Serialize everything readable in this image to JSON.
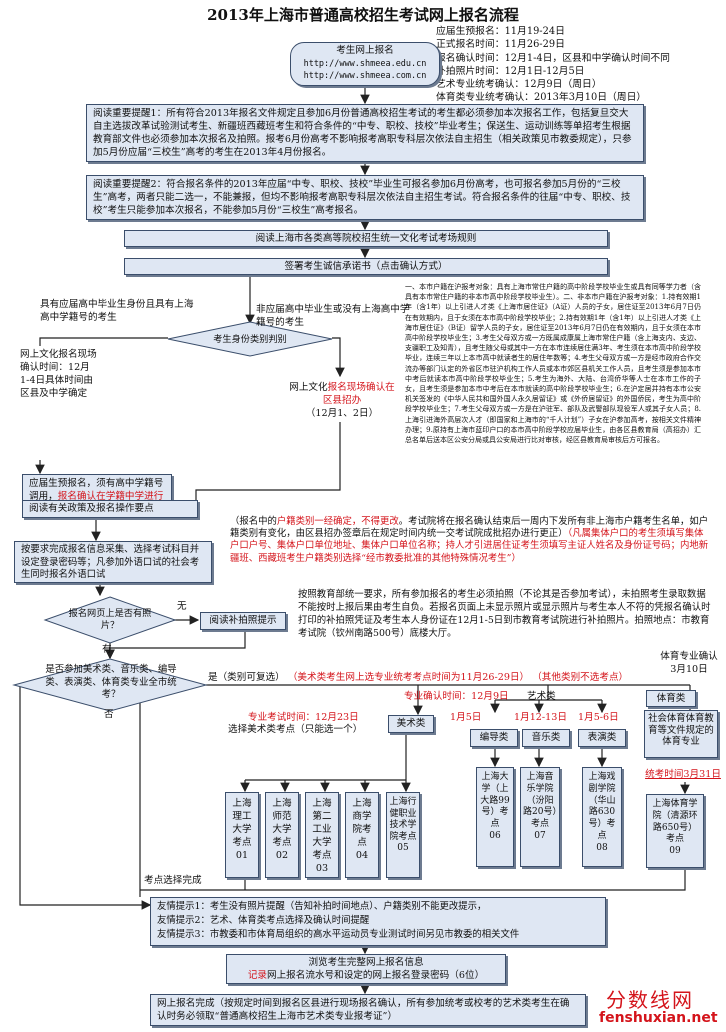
{
  "title": "2013年上海市普通高校招生考试网上报名流程",
  "dates": [
    "应届生预报名：11月19-24日",
    "正式报名时间：11月26-29日",
    "报名确认时间：12月1-4日，区县和中学确认时间不同",
    "补拍照片时间：12月1日-12月5日",
    "艺术专业统考确认：12月9日（周日）",
    "体育类专业统考确认：2013年3月10日（周日）"
  ],
  "start": {
    "line1": "考生网上报名",
    "url1": "http://www.shmeea.edu.cn",
    "url2": "http://www.shmeea.com.cn"
  },
  "notice1": "阅读重要提醒1：所有符合2013年报名文件规定且参加6月份普通高校招生考试的考生都必须参加本次报名工作，包括复旦交大自主选拔改革试验测试考生、新疆班西藏班考生和符合条件的“中专、职校、技校”毕业考生；保送生、运动训练等单招考生根据教育部文件也必须参加本次报名及拍照。报考6月份高考不影响报考高职专科层次依法自主招生（相关政策见市教委规定），只参加5月份应届“三校生”高考的考生在2013年4月份报名。",
  "notice2": "阅读重要提醒2：符合报名条件的2013年应届“中专、职校、技校”毕业生可报名参加6月份高考，也可报名参加5月份的“三校生”高考，两者只能二选一，不能兼报，但均不影响报考高职专科层次依法自主招生考试。符合报名条件的往届“中专、职校、技校”考生只能参加本次报名，不能参加5月份“三校生”高考报名。",
  "read_rules": "阅读上海市各类高等院校招生统一文化考试考场规则",
  "sign": "签署考生诚信承诺书（点击确认方式）",
  "left_cond": "具有应届高中毕业生身份且具有上海高中学籍号的考生",
  "right_cond": "非应届高中毕业生或没有上海高中学籍号的考生",
  "identity_diamond": "考生身份类别判别",
  "left_confirm": "网上文化报名现场确认时间：12月1-4日具体时间由区县及中学确定",
  "right_confirm_a": "网上文化",
  "right_confirm_b": "报名现场确认在区县招办",
  "right_confirm_c": "（12月1、2日）",
  "household_notes": "一、本市户籍在沪报考对象：具有上海市常住户籍的高中阶段学校毕业生或具有同等学力者（含具有本市常住户籍的非本市高中阶段学校毕业生）。二、非本市户籍在沪报考对象：1.持有效期1年（含1年）以上引进人才类《上海市居住证》（A证）人员的子女，居住证至2013年6月7日仍在有效期内，且于女须在本市高中阶段学校毕业；2.持有效期1年（含1年）以上引进人才类《上海市居住证》（B证）留学人员的子女，居住证至2013年6月7日仍在有效期内，且于女须在本市高中阶段学校毕业生；3.考生父母双方或一方既属成康属上海市常住户籍（含上海支内、支边、支疆职工及知青），且考生随父母或其中一方在本市连续居住满3年、考生须在本市高中阶段学校毕业，连续三年以上本市高中就读者生的居住年数等；4.考生父母双方或一方是经市政府合作交流办等部门认定的外省区市驻沪机构工作人员或本市郊区县机关工作人员，且考生须是参加本市中考后就读本市高中阶段学校毕业生；5.考生为海外、大陆、台湾侨华等人士在本市工作的子女，且考生须是参加本市中考后在本市就读的高中阶段学校毕业生；6.在沪定居并持有本市公安机关签发的《中华人民共和国外国人永久居留证》或《外侨居留证》的外国侨民，考生为高中阶段学校毕业生；7.考生父母双方或一方是在沪驻军、部队及武警部队现役军人或其子女人员；8.上海引进海外高层次人才（即国家和上海市的“千人计划”）子女在沪参加高考，按相关文件精神办理；9.原持有上海市蓝印户口的本市高中阶段学校应届毕业生，由各区县教育局（高招办）汇总名单后送本区公安分局或具公安局进行比对审核，经区县教育局审核后方可报名。",
  "pre_register_a": "应届生预报名，须有高中学籍号调用，",
  "pre_register_b": "报名确认在学籍中学进行",
  "read_policy": "阅读有关政策及报名操作要点",
  "hukou_note_a": "（报名中的",
  "hukou_note_b": "户籍类别一经确定，不得更改",
  "hukou_note_c": "。考试院将在报名确认结束后一周内下发所有非上海市户籍考生名单，如户籍类别有变化，由区县招办签章后在规定时间内统一交考试院成批招办进行更正）",
  "hukou_note_d": "（凡属集体户口的考生须填写集体户口户号、集体户口单位地址、集体户口单位名称；持人才引进居住证考生须填写主证人姓名及身份证号码；内地新疆班、西藏班考生户籍类别选择“经市教委批准的其他特殊情况考生”）",
  "fill_info": "按要求完成报名信息采集、选择考试科目并设定登录密码等；凡参加外语口试的社会考生同时报名外语口试",
  "photo_note": "按照教育部统一要求，所有参加报名的考生必须拍照（不论其是否参加考试），未拍照考生录取数据不能按时上报后果由考生自负。若报名页面上未显示照片或显示照片与考生本人不符的凭报名确认时打印的补拍照凭证及考生本人身份证在12月1-5日到市教育考试院进行补拍照片。拍照地点：市教育考试院（钦州南路500号）底楼大厅。",
  "photo_diamond": "报名网页上是否有照片？",
  "no_label": "无",
  "yes_label": "有",
  "read_photo": "阅读补拍照提示",
  "art_diamond": "是否参加美术类、音乐类、编导类、表演类、体育类专业全市统考？",
  "yes_multi_a": "是（类别可复选）",
  "yes_multi_b": "（美术类考生网上选专业统考考点时间为11月26-29日）",
  "yes_multi_c": "（其他类别不选考点）",
  "no_label2": "否",
  "pe_confirm_a": "体育专业确认",
  "pe_confirm_b": "3月10日",
  "pro_confirm_a": "专业确认时间：",
  "pro_confirm_b": "12月9日",
  "art_class": "艺术类",
  "pe_class": "体育类",
  "fine_art_time_a": "专业考试时间：",
  "fine_art_time_b": "12月23日",
  "fine_art_pick": "选择美术类考点（只能选一个）",
  "fine_art": "美术类",
  "date_jan5": "1月5日",
  "date_jan1213": "1月12-13日",
  "date_jan56": "1月5-6日",
  "biandao": "编导类",
  "music": "音乐类",
  "perform": "表演类",
  "pe_org": "社会体育体育教育等文件规定的体育专业",
  "pe_exam_a": "统考时间3月31日",
  "sites": [
    {
      "name": "上海理工大学考点",
      "num": "01"
    },
    {
      "name": "上海师范大学考点",
      "num": "02"
    },
    {
      "name": "上海第二工业大学考点",
      "num": "03"
    },
    {
      "name": "上海商学院考点",
      "num": "04"
    },
    {
      "name": "上海行健职业技术学院考点",
      "num": "05"
    },
    {
      "name": "上海大学（上大路99号）考点",
      "num": "06"
    },
    {
      "name": "上海音乐学院（汾阳路20号）考点",
      "num": "07"
    },
    {
      "name": "上海戏剧学院（华山路630号）考点",
      "num": "08"
    },
    {
      "name": "上海体育学院（清源环路650号）考点",
      "num": "09"
    }
  ],
  "site_done": "考点选择完成",
  "tips": [
    "友情提示1：考生没有照片提醒（告知补拍时间地点）、户籍类别不能更改提示，",
    "友情提示2：艺术、体育类考点选择及确认时间提醒",
    "友情提示3：市教委和市体育局组织的高水平运动员专业测试时间另见市教委的相关文件"
  ],
  "browse_a": "浏览考生完整网上报名信息",
  "browse_b": "记录",
  "browse_c": "网上报名流水号和设定的网上报名登录密码（6位）",
  "done": "网上报名完成（按规定时间到报名区县进行现场报名确认，所有参加统考或校考的艺术类考生在确认时务必领取“普通高校招生上海市艺术类专业报考证”）",
  "watermark1": "分数线网",
  "watermark2": "fenshuxian.net",
  "colors": {
    "box": "#dfe7f3",
    "border": "#3b4e6b",
    "red": "#d4141b"
  }
}
